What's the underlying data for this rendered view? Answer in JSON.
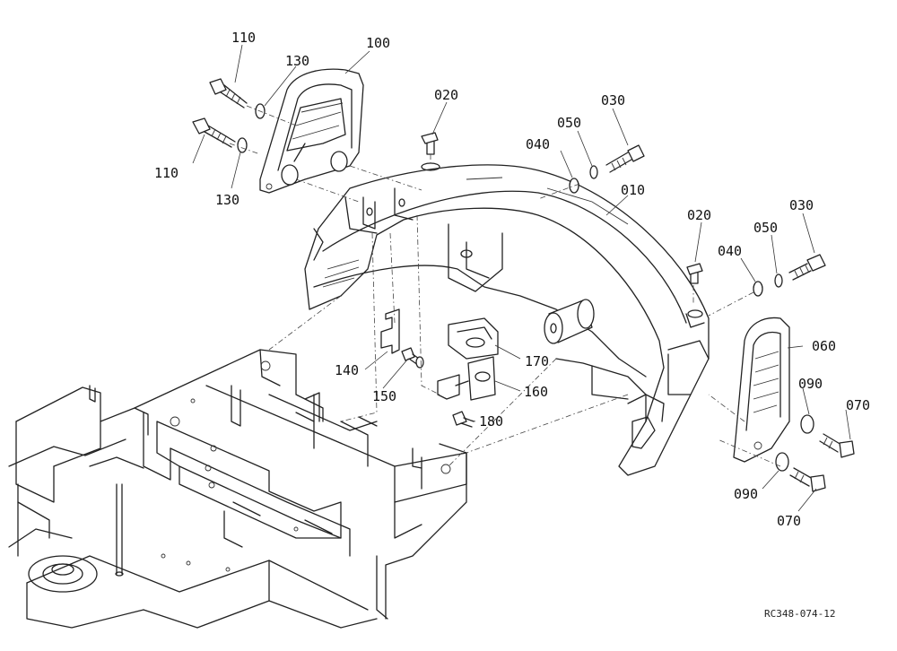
{
  "labels": {
    "p110a": "110",
    "p130a": "130",
    "p100": "100",
    "p110b": "110",
    "p130b": "130",
    "p020a": "020",
    "p040a": "040",
    "p050a": "050",
    "p030a": "030",
    "p010": "010",
    "p020b": "020",
    "p040b": "040",
    "p050b": "050",
    "p030b": "030",
    "p060": "060",
    "p090a": "090",
    "p070a": "070",
    "p090b": "090",
    "p070b": "070",
    "p140": "140",
    "p150": "150",
    "p170": "170",
    "p160": "160",
    "p180": "180"
  },
  "reference": "RC348-074-12"
}
